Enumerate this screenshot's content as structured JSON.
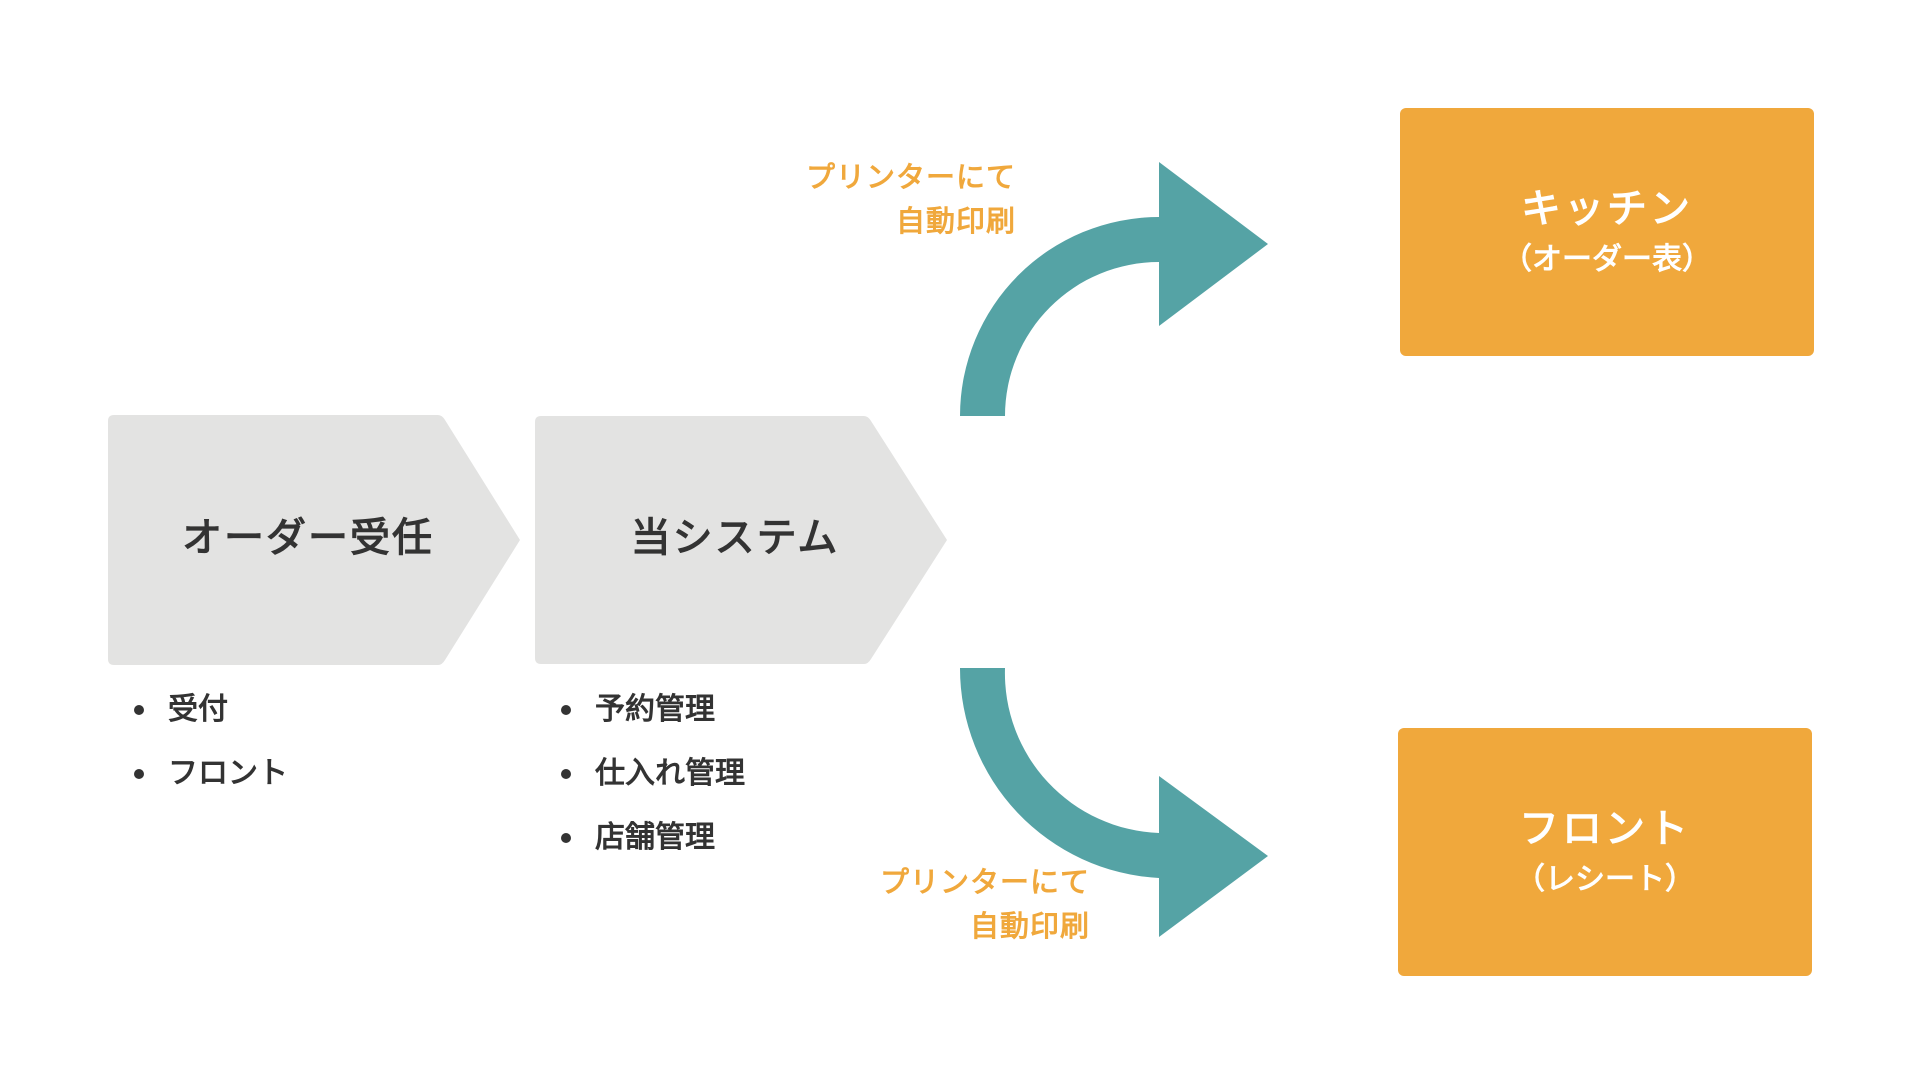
{
  "colors": {
    "chevron_fill": "#E3E3E2",
    "text_dark": "#333333",
    "arrow": "#55A3A5",
    "accent_orange": "#F0A83C",
    "box_text": "#FFFFFF"
  },
  "steps": [
    {
      "label": "オーダー受任",
      "items": [
        "受付",
        "フロント"
      ]
    },
    {
      "label": "当システム",
      "items": [
        "予約管理",
        "仕入れ管理",
        "店舗管理"
      ]
    }
  ],
  "outputs": [
    {
      "title": "キッチン",
      "subtitle": "（オーダー表）",
      "note_line1": "プリンターにて",
      "note_line2": "自動印刷"
    },
    {
      "title": "フロント",
      "subtitle": "（レシート）",
      "note_line1": "プリンターにて",
      "note_line2": "自動印刷"
    }
  ]
}
